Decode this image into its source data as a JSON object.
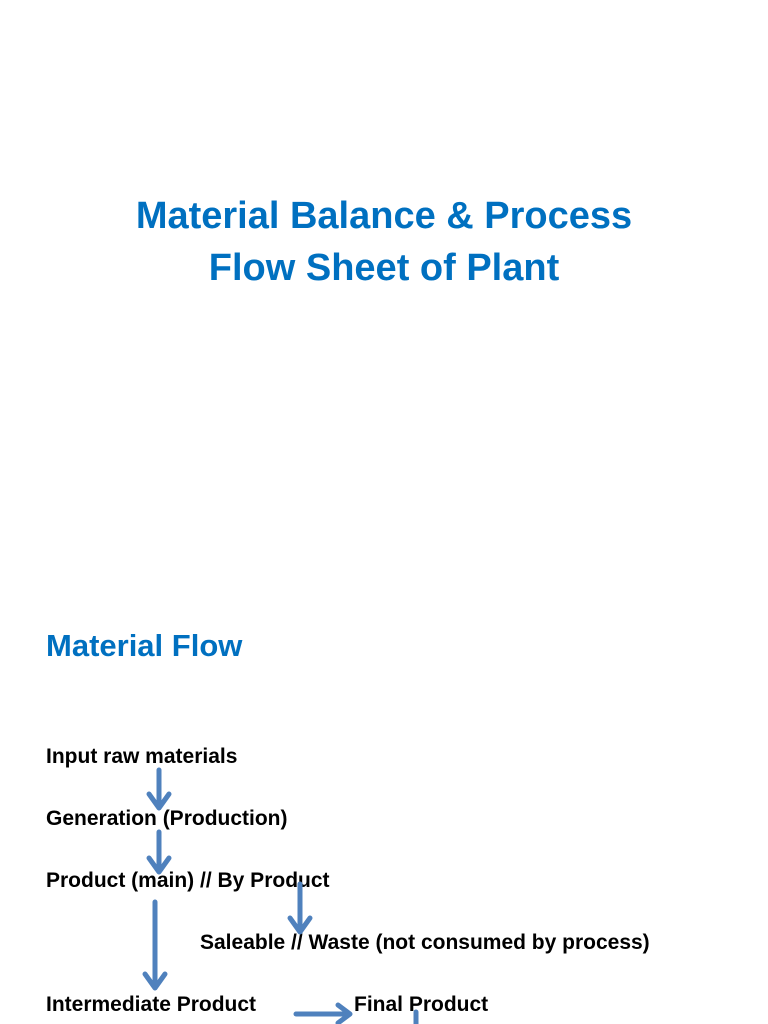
{
  "title": {
    "line1": "Material Balance & Process",
    "line2": "Flow Sheet of Plant"
  },
  "section": {
    "heading": "Material Flow"
  },
  "flow": {
    "input": "Input raw materials",
    "generation": "Generation (Production)",
    "product": "Product (main) // By Product",
    "saleable": "Saleable // Waste (not consumed by process)",
    "intermediate": "Intermediate Product",
    "final": "Final Product"
  },
  "colors": {
    "heading": "#0070c0",
    "arrow": "#4f81bd",
    "text": "#000000"
  }
}
